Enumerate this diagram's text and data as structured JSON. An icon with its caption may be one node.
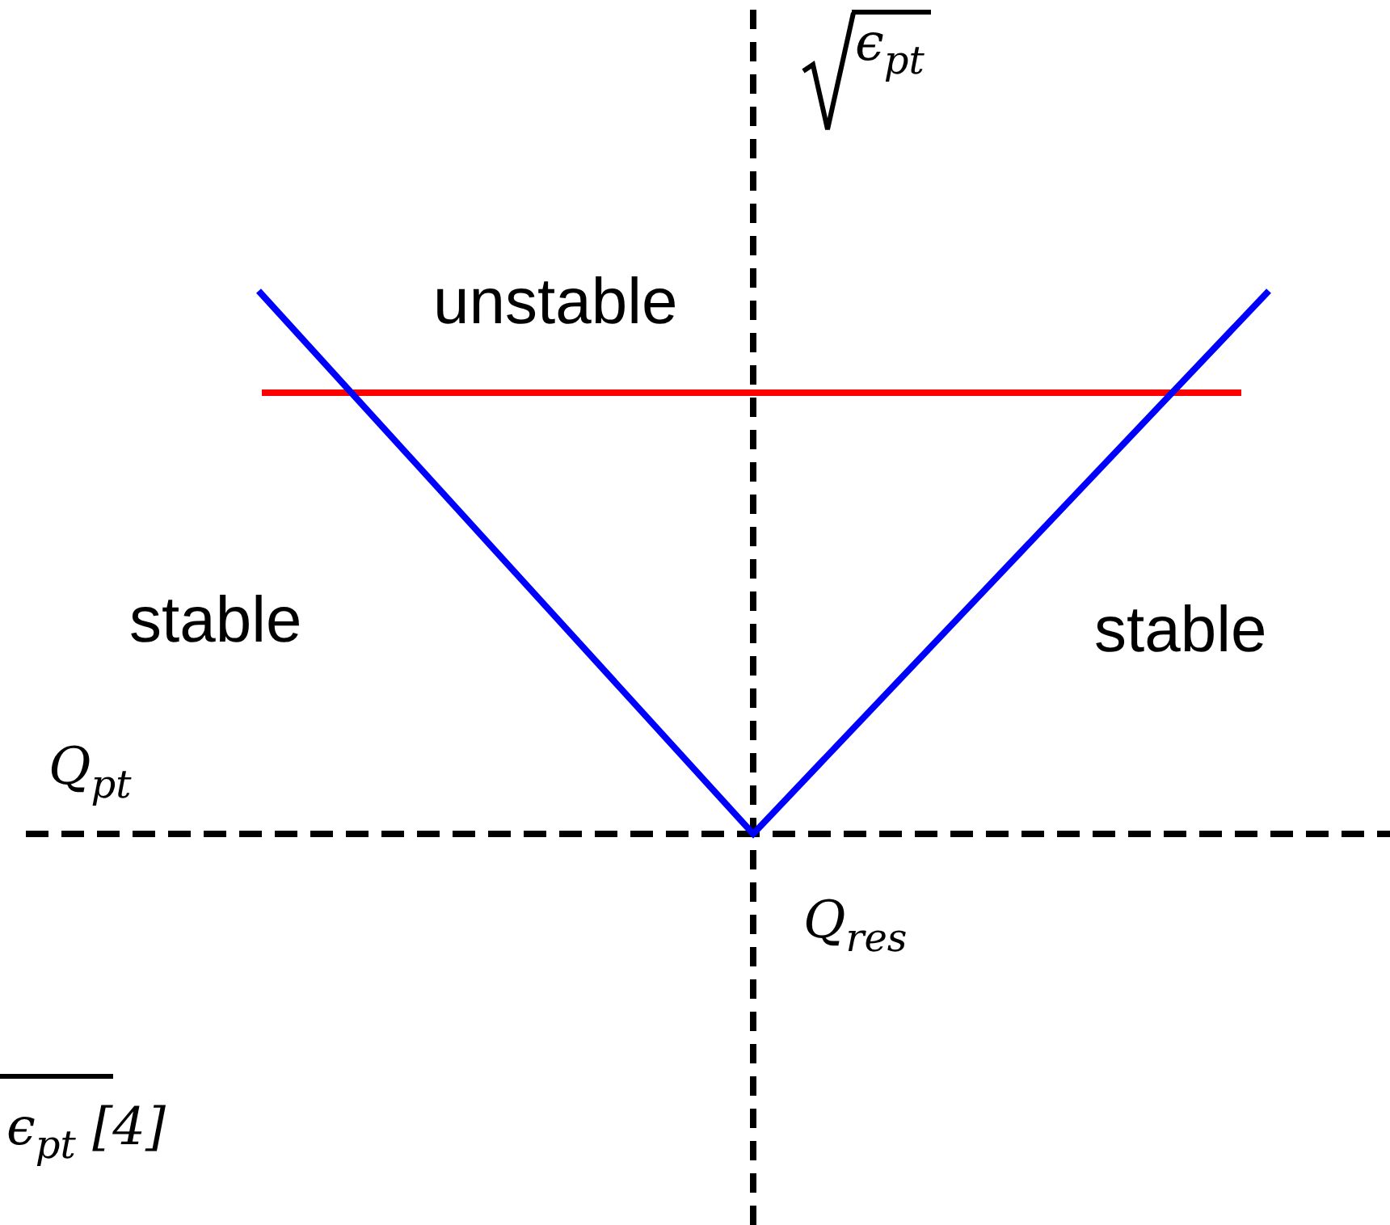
{
  "diagram": {
    "labels": [
      "ϵ$_{pt}$",
      "unstable",
      "stable",
      "stable",
      "Q$_{pt}$",
      "Q$_{res}$",
      "ϵ$_{pt}$ [4]"
    ]
  }
}
